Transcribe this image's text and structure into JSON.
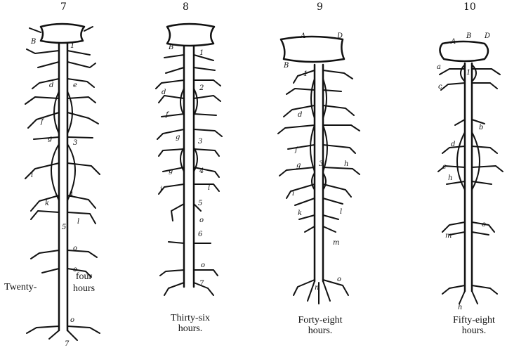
{
  "figures": [
    {
      "number": "7",
      "caption_left": "Twenty-",
      "caption_right_1": "four",
      "caption_right_2": "hours",
      "labels": [
        "B",
        "1",
        "d",
        "e",
        "f",
        "g",
        "3",
        "i",
        "4",
        "k",
        "5",
        "l",
        "o",
        "o",
        "o",
        "7"
      ]
    },
    {
      "number": "8",
      "caption_1": "Thirty-six",
      "caption_2": "hours.",
      "labels": [
        "B",
        "1",
        "d",
        "2",
        "f",
        "g",
        "3",
        "g",
        "4",
        "i",
        "l",
        "5",
        "o",
        "6",
        "o",
        "7"
      ]
    },
    {
      "number": "9",
      "caption_1": "Forty-eight",
      "caption_2": "hours.",
      "labels": [
        "A",
        "D",
        "B",
        "1",
        "d",
        "f",
        "g",
        "3",
        "h",
        "i",
        "k",
        "l",
        "m",
        "n",
        "o"
      ]
    },
    {
      "number": "10",
      "caption_1": "Fifty-eight",
      "caption_2": "hours.",
      "labels": [
        "A",
        "B",
        "D",
        "a",
        "1",
        "c",
        "b",
        "d",
        "e",
        "h",
        "m",
        "o",
        "h"
      ]
    }
  ]
}
